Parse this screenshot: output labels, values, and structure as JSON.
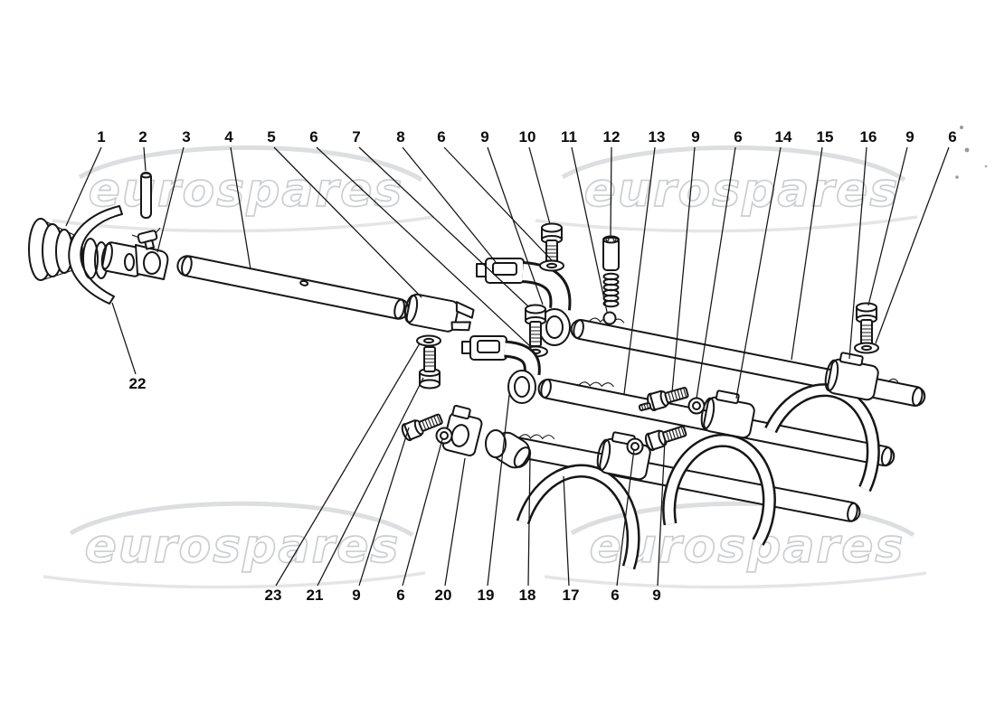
{
  "watermark": {
    "text": "eurospares",
    "color": "#c7c9cc"
  },
  "colors": {
    "background": "#ffffff",
    "ink": "#161616",
    "label": "#0a0a0a"
  },
  "callouts": [
    {
      "label": "1",
      "part": "flange"
    },
    {
      "label": "2",
      "part": "pin"
    },
    {
      "label": "3",
      "part": "universal-joint"
    },
    {
      "label": "4",
      "part": "selector-rod"
    },
    {
      "label": "5",
      "part": "rod-end"
    },
    {
      "label": "6",
      "part": "washer"
    },
    {
      "label": "7",
      "part": "bolt"
    },
    {
      "label": "8",
      "part": "selector-finger-upper"
    },
    {
      "label": "6",
      "part": "washer"
    },
    {
      "label": "9",
      "part": "bolt"
    },
    {
      "label": "10",
      "part": "bolt"
    },
    {
      "label": "11",
      "part": "detent-ball"
    },
    {
      "label": "12",
      "part": "detent-bush"
    },
    {
      "label": "13",
      "part": "selector-rod-middle"
    },
    {
      "label": "9",
      "part": "bolt"
    },
    {
      "label": "6",
      "part": "washer"
    },
    {
      "label": "14",
      "part": "selector-fork-middle"
    },
    {
      "label": "15",
      "part": "selector-rod-top"
    },
    {
      "label": "16",
      "part": "selector-fork-right"
    },
    {
      "label": "9",
      "part": "bolt"
    },
    {
      "label": "6",
      "part": "washer"
    },
    {
      "label": "22",
      "part": "retaining-clip"
    },
    {
      "label": "23",
      "part": "washer"
    },
    {
      "label": "21",
      "part": "bolt"
    },
    {
      "label": "9",
      "part": "bolt"
    },
    {
      "label": "6",
      "part": "washer"
    },
    {
      "label": "20",
      "part": "universal-joint-lower"
    },
    {
      "label": "19",
      "part": "selector-finger-lower"
    },
    {
      "label": "18",
      "part": "selector-rod-bottom"
    },
    {
      "label": "17",
      "part": "selector-fork-left"
    },
    {
      "label": "6",
      "part": "washer"
    },
    {
      "label": "9",
      "part": "bolt"
    }
  ]
}
